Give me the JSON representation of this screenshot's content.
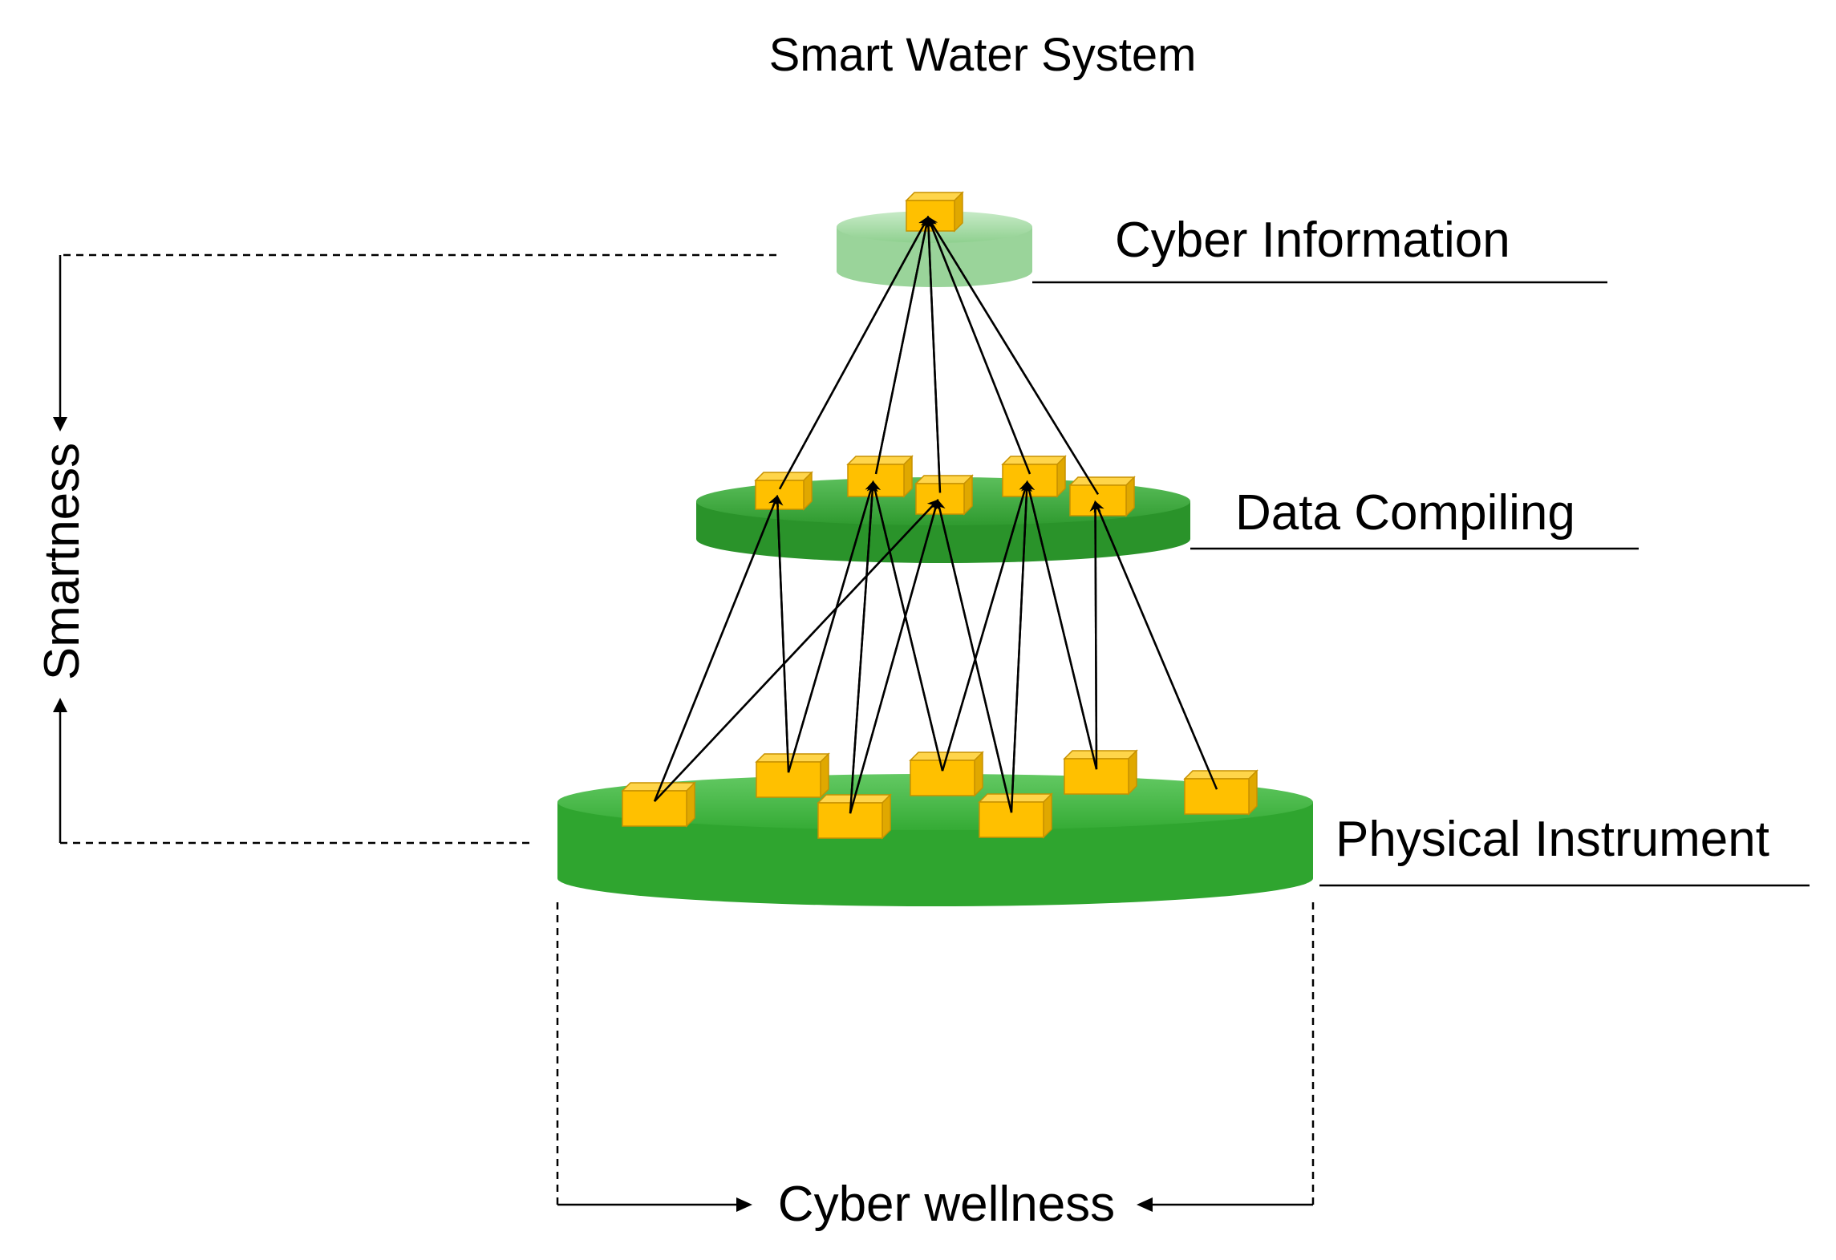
{
  "title": "Smart Water System",
  "layers": {
    "top": {
      "label": "Cyber Information"
    },
    "middle": {
      "label": "Data Compiling"
    },
    "bottom": {
      "label": "Physical Instrument"
    }
  },
  "axes": {
    "vertical": {
      "label": "Smartness"
    },
    "horizontal": {
      "label": "Cyber wellness"
    }
  },
  "colors": {
    "layer_top": "#9fd8a0",
    "layer_mid": "#3aa63a",
    "layer_bottom": "#3fb43f",
    "node_fill": "#ffc000",
    "node_edge": "#c79100",
    "line": "#000000"
  },
  "nodes": {
    "top": [
      "c1"
    ],
    "middle": [
      "d1",
      "d2",
      "d3",
      "d4",
      "d5"
    ],
    "bottom": [
      "p1",
      "p2",
      "p3",
      "p4",
      "p5",
      "p6",
      "p7",
      "p8"
    ]
  },
  "connections": [
    [
      "p1",
      "d1"
    ],
    [
      "p1",
      "d3"
    ],
    [
      "p2",
      "d1"
    ],
    [
      "p2",
      "d2"
    ],
    [
      "p3",
      "d2"
    ],
    [
      "p3",
      "d3"
    ],
    [
      "p4",
      "d2"
    ],
    [
      "p4",
      "d4"
    ],
    [
      "p5",
      "d3"
    ],
    [
      "p5",
      "d4"
    ],
    [
      "p6",
      "d5"
    ],
    [
      "p6",
      "d4"
    ],
    [
      "p7",
      "d5"
    ],
    [
      "p8",
      "d4"
    ],
    [
      "d1",
      "c1"
    ],
    [
      "d2",
      "c1"
    ],
    [
      "d3",
      "c1"
    ],
    [
      "d4",
      "c1"
    ],
    [
      "d5",
      "c1"
    ]
  ]
}
